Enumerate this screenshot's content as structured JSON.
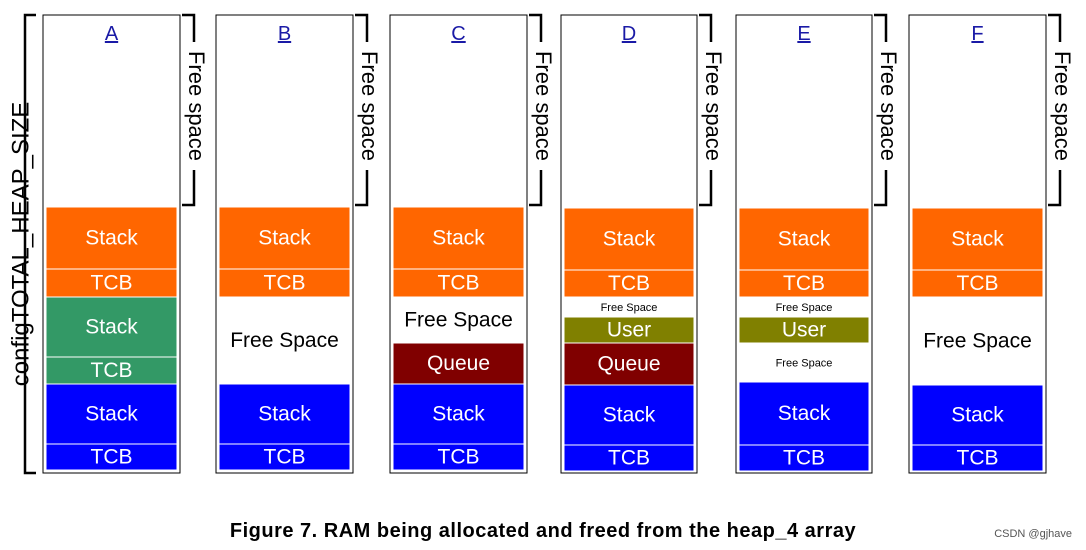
{
  "diagram": {
    "side_label": "configTOTAL_HEAP_SIZE",
    "free_space_label": "Free space",
    "columns": [
      {
        "letter": "A",
        "blocks": [
          {
            "label": "Stack",
            "kind": "stack1"
          },
          {
            "label": "TCB",
            "kind": "tcb1"
          },
          {
            "label": "Stack",
            "kind": "stack2"
          },
          {
            "label": "TCB",
            "kind": "tcb2"
          },
          {
            "label": "Stack",
            "kind": "stack0"
          },
          {
            "label": "TCB",
            "kind": "tcb0"
          }
        ]
      },
      {
        "letter": "B",
        "blocks": [
          {
            "label": "Stack",
            "kind": "stack1"
          },
          {
            "label": "TCB",
            "kind": "tcb1"
          },
          {
            "label": "Free Space",
            "kind": "free"
          },
          {
            "label": "Stack",
            "kind": "stack0"
          },
          {
            "label": "TCB",
            "kind": "tcb0"
          }
        ]
      },
      {
        "letter": "C",
        "blocks": [
          {
            "label": "Stack",
            "kind": "stack1"
          },
          {
            "label": "TCB",
            "kind": "tcb1"
          },
          {
            "label": "Free Space",
            "kind": "free"
          },
          {
            "label": "Queue",
            "kind": "queue"
          },
          {
            "label": "Stack",
            "kind": "stack0"
          },
          {
            "label": "TCB",
            "kind": "tcb0"
          }
        ]
      },
      {
        "letter": "D",
        "blocks": [
          {
            "label": "Stack",
            "kind": "stack1"
          },
          {
            "label": "TCB",
            "kind": "tcb1"
          },
          {
            "label": "Free Space",
            "kind": "free-small"
          },
          {
            "label": "User",
            "kind": "user"
          },
          {
            "label": "Queue",
            "kind": "queue"
          },
          {
            "label": "Stack",
            "kind": "stack0"
          },
          {
            "label": "TCB",
            "kind": "tcb0"
          }
        ]
      },
      {
        "letter": "E",
        "blocks": [
          {
            "label": "Stack",
            "kind": "stack1"
          },
          {
            "label": "TCB",
            "kind": "tcb1"
          },
          {
            "label": "Free Space",
            "kind": "free-small"
          },
          {
            "label": "User",
            "kind": "user"
          },
          {
            "label": "Free Space",
            "kind": "free-small"
          },
          {
            "label": "Stack",
            "kind": "stack0"
          },
          {
            "label": "TCB",
            "kind": "tcb0"
          }
        ]
      },
      {
        "letter": "F",
        "blocks": [
          {
            "label": "Stack",
            "kind": "stack1"
          },
          {
            "label": "TCB",
            "kind": "tcb1"
          },
          {
            "label": "Free Space",
            "kind": "free"
          },
          {
            "label": "Stack",
            "kind": "stack0"
          },
          {
            "label": "TCB",
            "kind": "tcb0"
          }
        ]
      }
    ],
    "colors": {
      "orange": "#ff6600",
      "green": "#339966",
      "blue": "#0000ff",
      "maroon": "#800000",
      "olive": "#808000",
      "letter": "#1a1aa6"
    }
  },
  "caption": "Figure 7.  RAM being allocated and freed from the heap_4 array",
  "watermark": "CSDN @gjhave"
}
